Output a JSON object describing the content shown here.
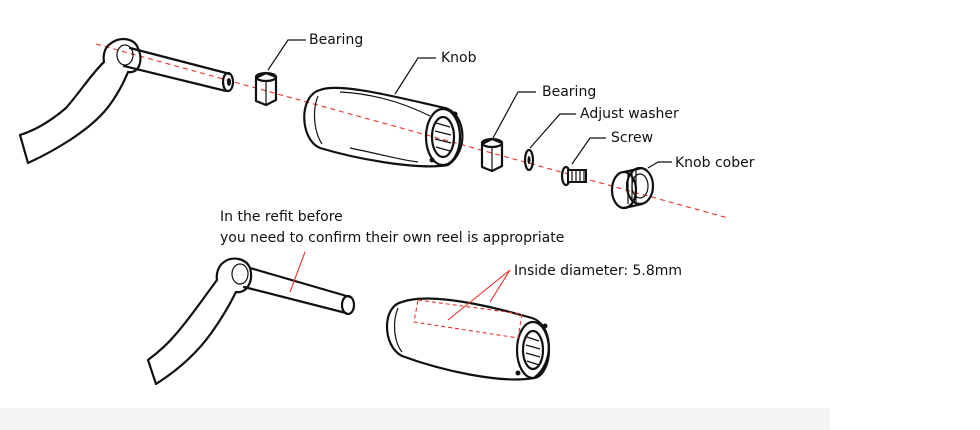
{
  "labels": {
    "bearing_top": "Bearing",
    "knob": "Knob",
    "bearing_right": "Bearing",
    "adjust_washer": "Adjust washer",
    "screw": "Screw",
    "knob_cover": "Knob cober",
    "refit_line1": "In the refit before",
    "refit_line2": "you need to confirm their own reel is appropriate",
    "inside_diameter": "Inside diameter: 5.8mm"
  },
  "colors": {
    "ink": "#111111",
    "axis": "#e8322e",
    "background": "#ffffff"
  }
}
